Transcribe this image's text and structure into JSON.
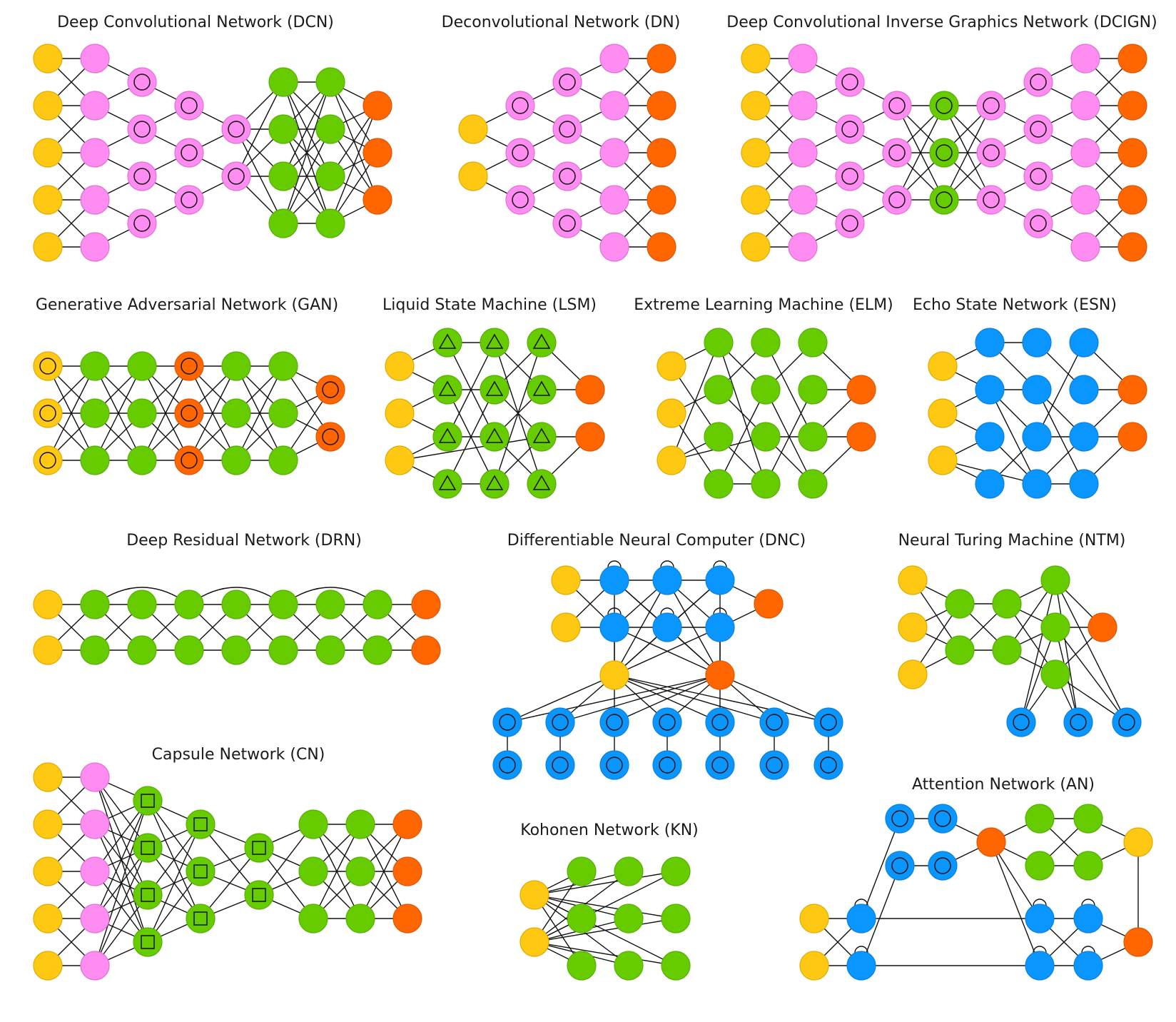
{
  "colors": {
    "input": "#ffc812",
    "input_stroke": "#e0ab00",
    "kernel": "#ff8cf0",
    "kernel_stroke": "#e070d8",
    "hidden": "#66cc00",
    "hidden_stroke": "#55b000",
    "output": "#ff6600",
    "output_stroke": "#e05500",
    "memory": "#0a96ff",
    "memory_stroke": "#0a80e0"
  },
  "diagrams": {
    "dcn": {
      "title": "Deep Convolutional Network (DCN)"
    },
    "dn": {
      "title": "Deconvolutional Network (DN)"
    },
    "dcign": {
      "title": "Deep Convolutional Inverse Graphics Network (DCIGN)"
    },
    "gan": {
      "title": "Generative Adversarial Network (GAN)"
    },
    "lsm": {
      "title": "Liquid State Machine (LSM)"
    },
    "elm": {
      "title": "Extreme Learning Machine (ELM)"
    },
    "esn": {
      "title": "Echo State Network (ESN)"
    },
    "drn": {
      "title": "Deep Residual Network (DRN)"
    },
    "dnc": {
      "title": "Differentiable Neural Computer (DNC)"
    },
    "ntm": {
      "title": "Neural Turing Machine (NTM)"
    },
    "cn": {
      "title": "Capsule Network (CN)"
    },
    "kn": {
      "title": "Kohonen Network (KN)"
    },
    "an": {
      "title": "Attention Network (AN)"
    }
  }
}
